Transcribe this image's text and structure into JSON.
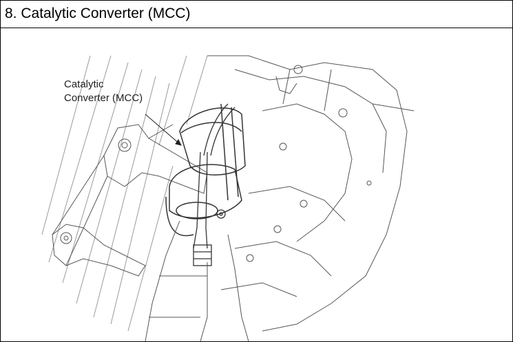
{
  "header": {
    "title": "8. Catalytic Converter (MCC)"
  },
  "figure": {
    "callout_line1": "Catalytic",
    "callout_line2": "Converter (MCC)",
    "line_color": "#555555",
    "hatch_color": "#999999"
  }
}
